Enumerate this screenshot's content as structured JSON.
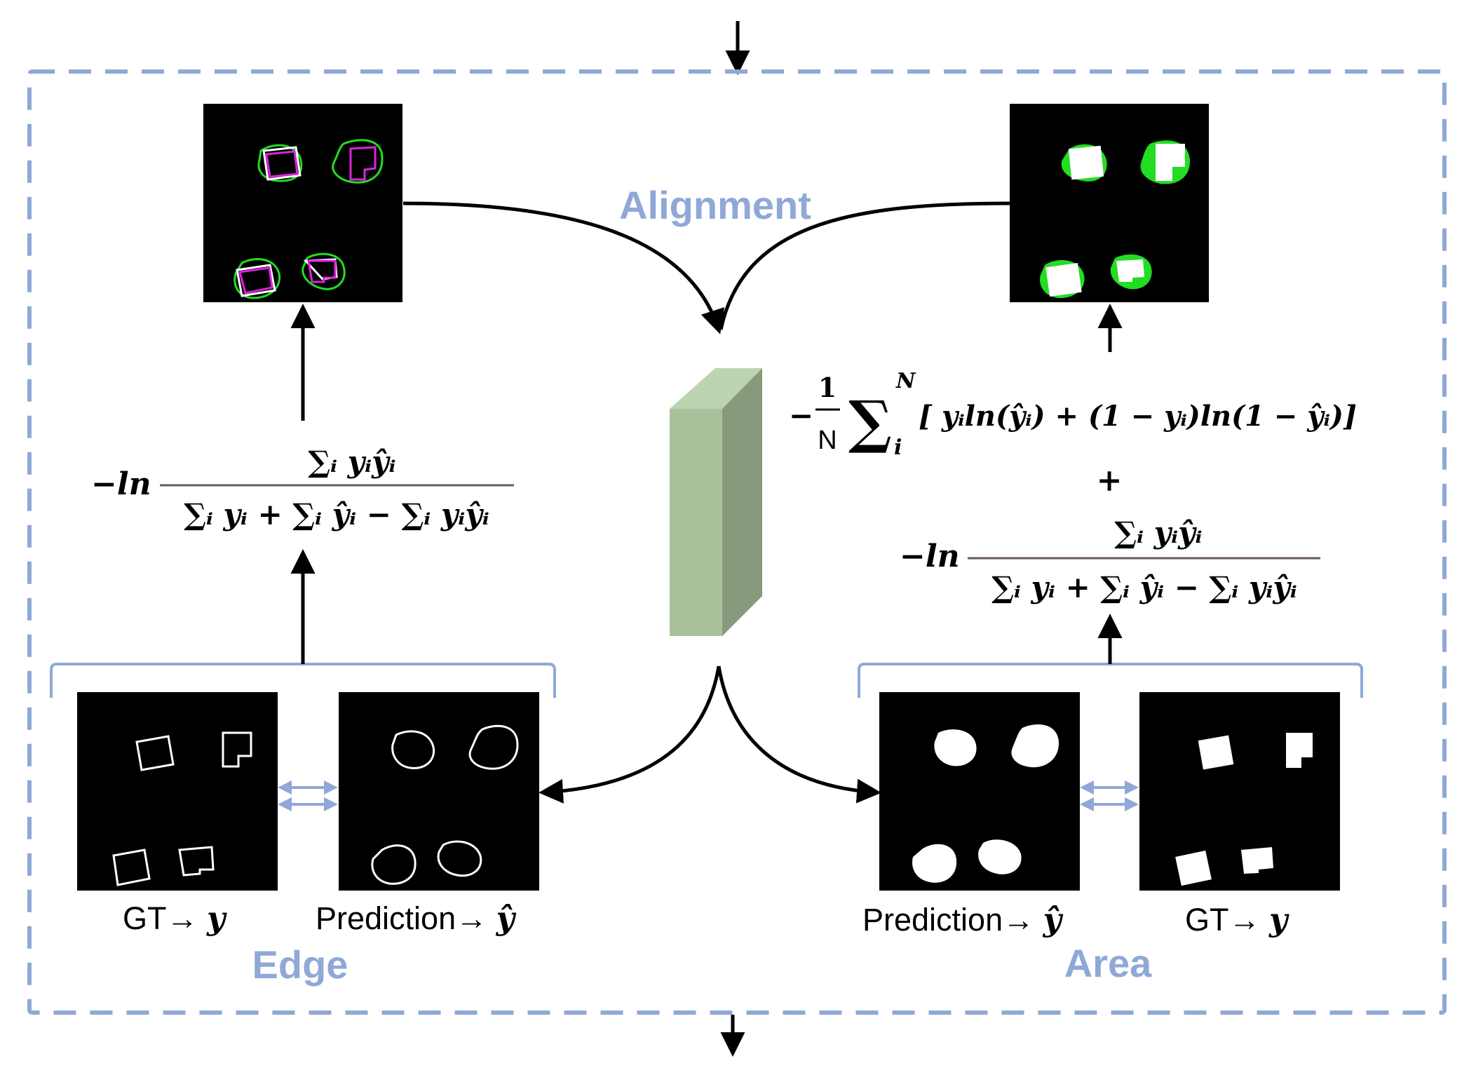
{
  "sections": {
    "alignment": "Alignment",
    "edge": "Edge",
    "area": "Area"
  },
  "captions": {
    "edge_gt": "GT→ ",
    "edge_gt_sym": "y",
    "edge_pred": "Prediction→ ",
    "edge_pred_sym": "ŷ",
    "area_pred": "Prediction→ ",
    "area_pred_sym": "ŷ",
    "area_gt": "GT→ ",
    "area_gt_sym": "y"
  },
  "formulas": {
    "neg_ln": "−ln",
    "iou_numerator": "∑ᵢ yᵢŷᵢ",
    "iou_denominator": "∑ᵢ yᵢ + ∑ᵢ ŷᵢ − ∑ᵢ yᵢŷᵢ",
    "bce_sign": "−",
    "bce_num": "1",
    "bce_den": "N",
    "bce_sigma": "∑",
    "bce_upper": "N",
    "bce_lower": "i",
    "bce_body": "[ yᵢln(ŷᵢ) + (1 − yᵢ)ln(1 − ŷᵢ)]",
    "plus": "+"
  },
  "colors": {
    "frame": "#8fa8d8",
    "label": "#8fa8d8",
    "contour_gt": "#ffffff",
    "contour_pred": "#22dd22",
    "contour_mask": "#dd22dd",
    "block_front": "#a9c29c",
    "block_side": "#88997c",
    "block_top": "#bcd4b0"
  },
  "icons": [
    "arrow-down-icon",
    "double-arrow-icon",
    "feature-block-icon"
  ]
}
